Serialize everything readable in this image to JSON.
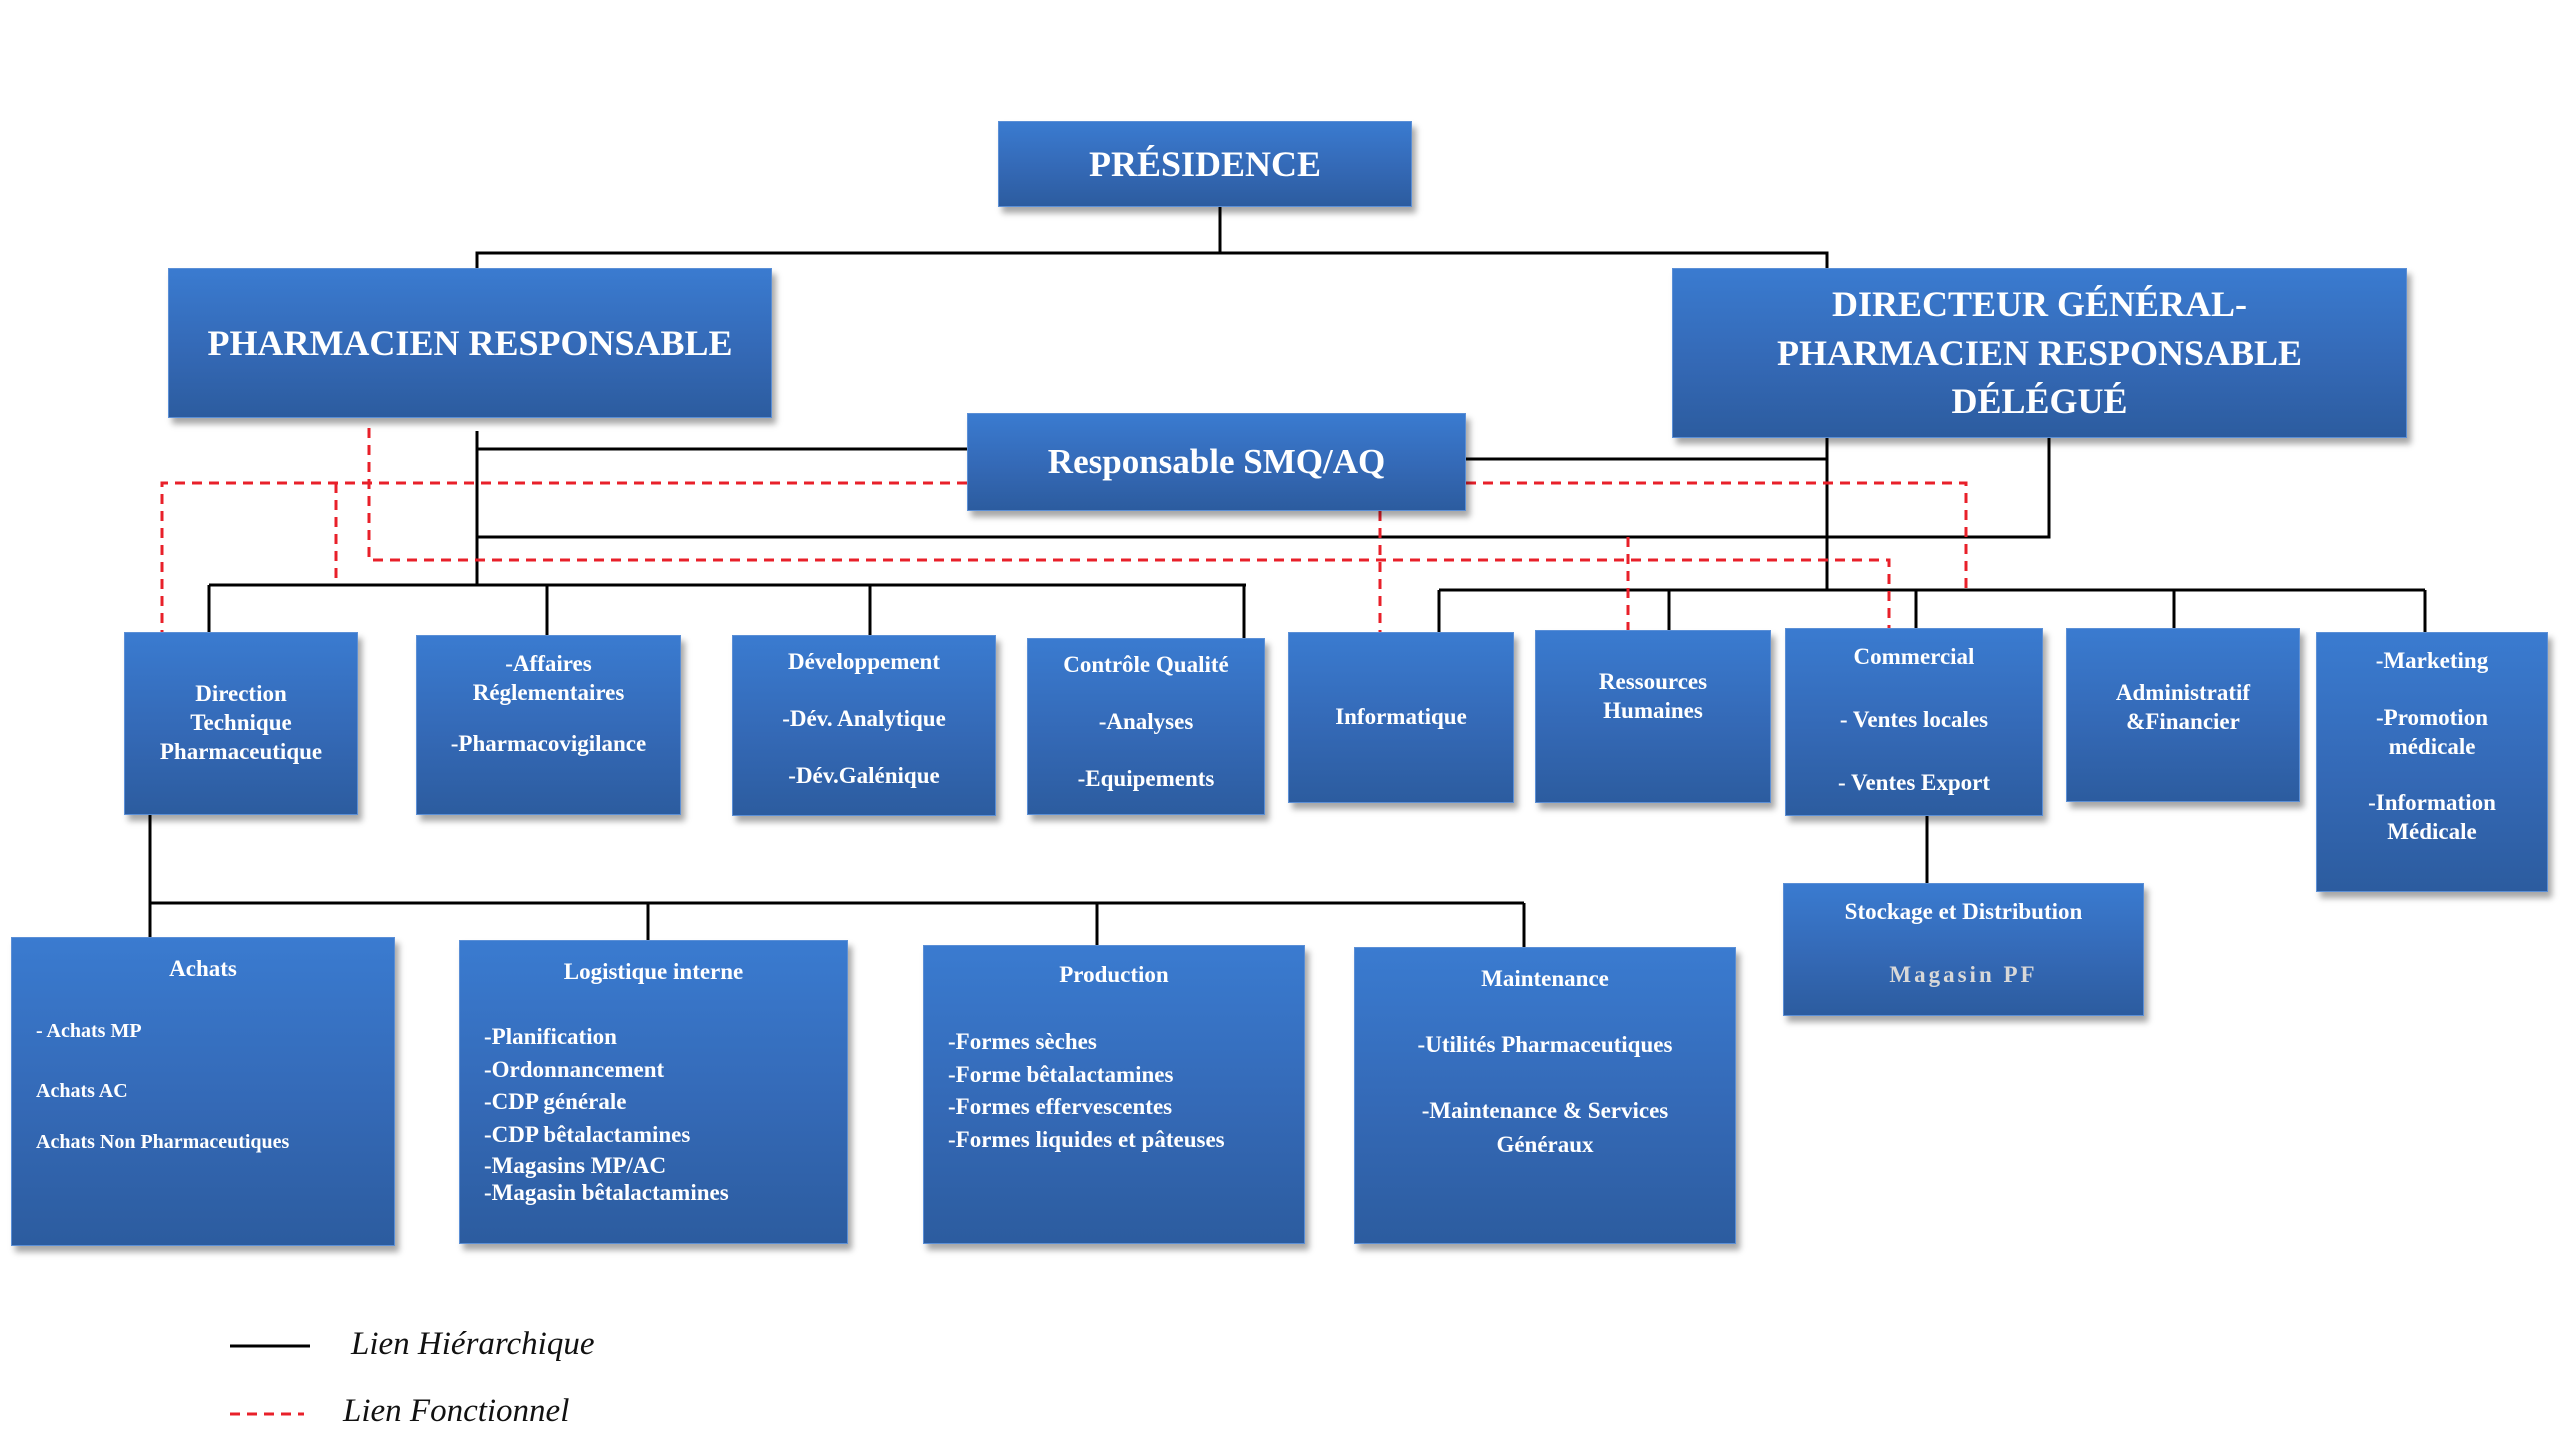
{
  "top": {
    "presidence": "PRÉSIDENCE",
    "pharmacien_responsable": "PHARMACIEN RESPONSABLE",
    "directeur_general": [
      "DIRECTEUR GÉNÉRAL-",
      "PHARMACIEN RESPONSABLE",
      "DÉLÉGUÉ"
    ],
    "responsable_smq": "Responsable SMQ/AQ"
  },
  "departments": {
    "direction_technique": [
      "Direction",
      "Technique",
      "Pharmaceutique"
    ],
    "affaires": {
      "title": [
        "-Affaires",
        "Réglementaires"
      ],
      "items": [
        "-Pharmacovigilance"
      ]
    },
    "developpement": {
      "title": "Développement",
      "items": [
        "-Dév. Analytique",
        "-Dév.Galénique"
      ]
    },
    "controle_qualite": {
      "title": "Contrôle Qualité",
      "items": [
        "-Analyses",
        "-Equipements"
      ]
    },
    "informatique": "Informatique",
    "ressources_humaines": [
      "Ressources",
      "Humaines"
    ],
    "commercial": {
      "title": "Commercial",
      "items": [
        "- Ventes locales",
        "- Ventes Export"
      ]
    },
    "administratif": [
      "Administratif",
      "&Financier"
    ],
    "marketing": [
      "-Marketing",
      "-Promotion",
      "médicale",
      "-Information",
      "Médicale"
    ],
    "stockage": {
      "title": "Stockage et Distribution",
      "items": [
        "Magasin PF"
      ]
    }
  },
  "sub_departments": {
    "achats": {
      "title": "Achats",
      "items": [
        "- Achats MP",
        "Achats AC",
        "Achats Non Pharmaceutiques"
      ]
    },
    "logistique": {
      "title": "Logistique interne",
      "items": [
        "-Planification",
        "-Ordonnancement",
        "-CDP générale",
        "-CDP bêtalactamines",
        "-Magasins MP/AC",
        "-Magasin bêtalactamines"
      ]
    },
    "production": {
      "title": "Production",
      "items": [
        "-Formes sèches",
        "-Forme bêtalactamines",
        "-Formes effervescentes",
        "-Formes liquides et pâteuses"
      ]
    },
    "maintenance": {
      "title": "Maintenance",
      "items": [
        "-Utilités Pharmaceutiques",
        "-Maintenance & Services",
        "Généraux"
      ]
    }
  },
  "legend": {
    "hierarchique": "Lien Hiérarchique",
    "fonctionnel": "Lien Fonctionnel"
  },
  "colors": {
    "box_top": "#3a7bd0",
    "box_bottom": "#2c5c9f",
    "hierarchical_line": "#000000",
    "functional_line": "#e8202a"
  }
}
